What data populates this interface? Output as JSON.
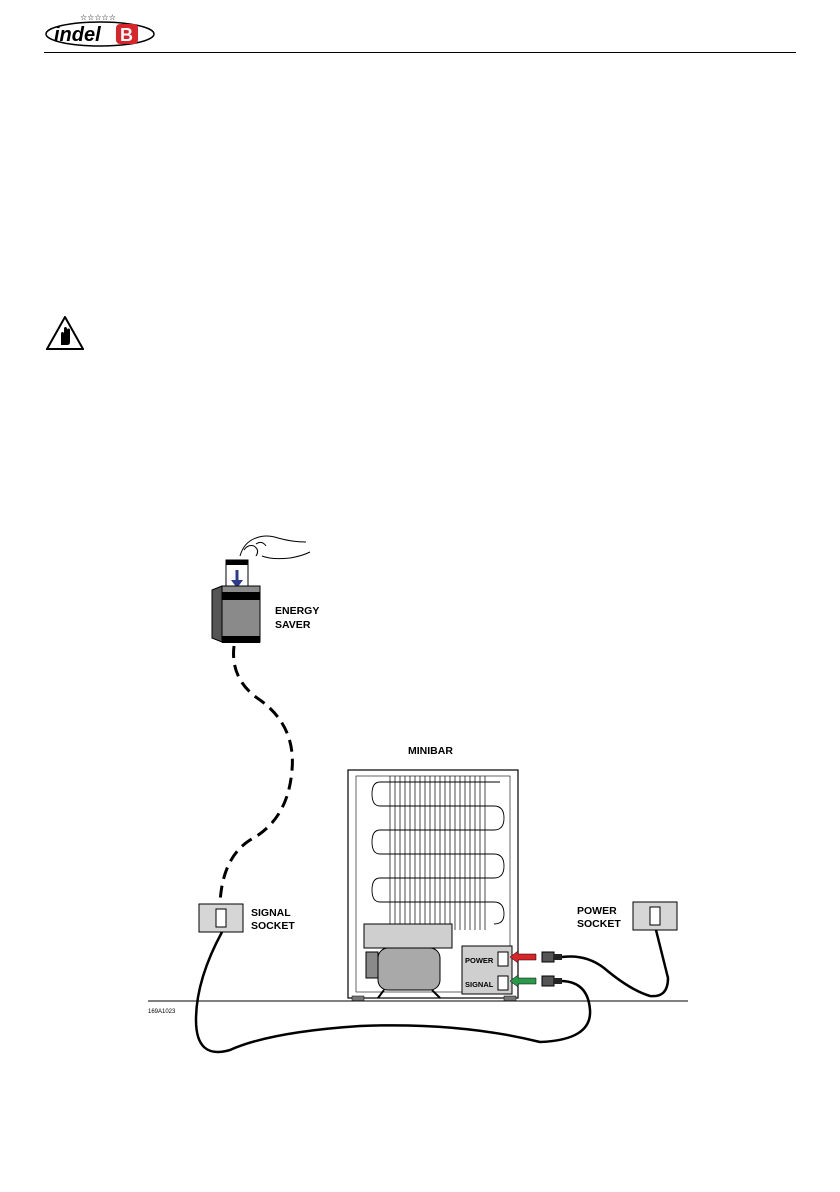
{
  "header": {
    "brand": "indel",
    "brand_letter": "B",
    "stars": "☆☆☆☆☆"
  },
  "diagram": {
    "energy_saver_line1": "ENERGY",
    "energy_saver_line2": "SAVER",
    "minibar": "MINIBAR",
    "signal_socket_line1": "SIGNAL",
    "signal_socket_line2": "SOCKET",
    "power_socket_line1": "POWER",
    "power_socket_line2": "SOCKET",
    "port_power": "POWER",
    "port_signal": "SIGNAL",
    "figure_code": "169A1023",
    "colors": {
      "power_arrow": "#d9252a",
      "signal_arrow": "#2a9a4a",
      "card_arrow": "#2b3a8f",
      "panel_gray": "#cfcfcf"
    }
  }
}
